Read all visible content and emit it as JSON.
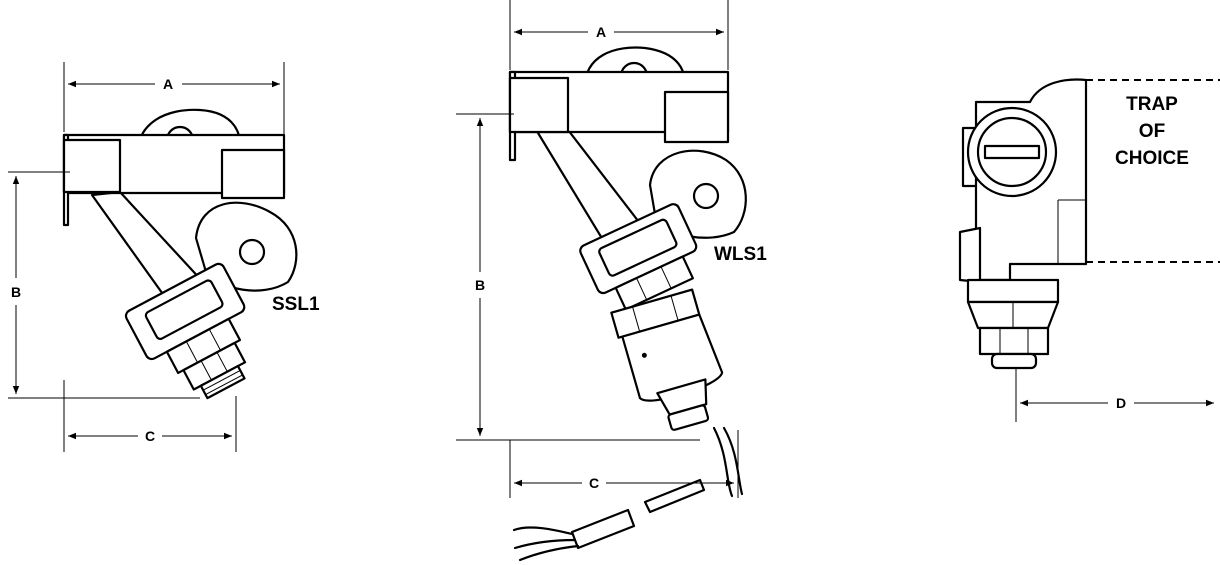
{
  "dimensions": {
    "a": "A",
    "b": "B",
    "c": "C",
    "d": "D"
  },
  "models": {
    "ssl1": "SSL1",
    "wls1": "WLS1"
  },
  "trap_box": {
    "line1": "TRAP",
    "line2": "OF",
    "line3": "CHOICE"
  }
}
